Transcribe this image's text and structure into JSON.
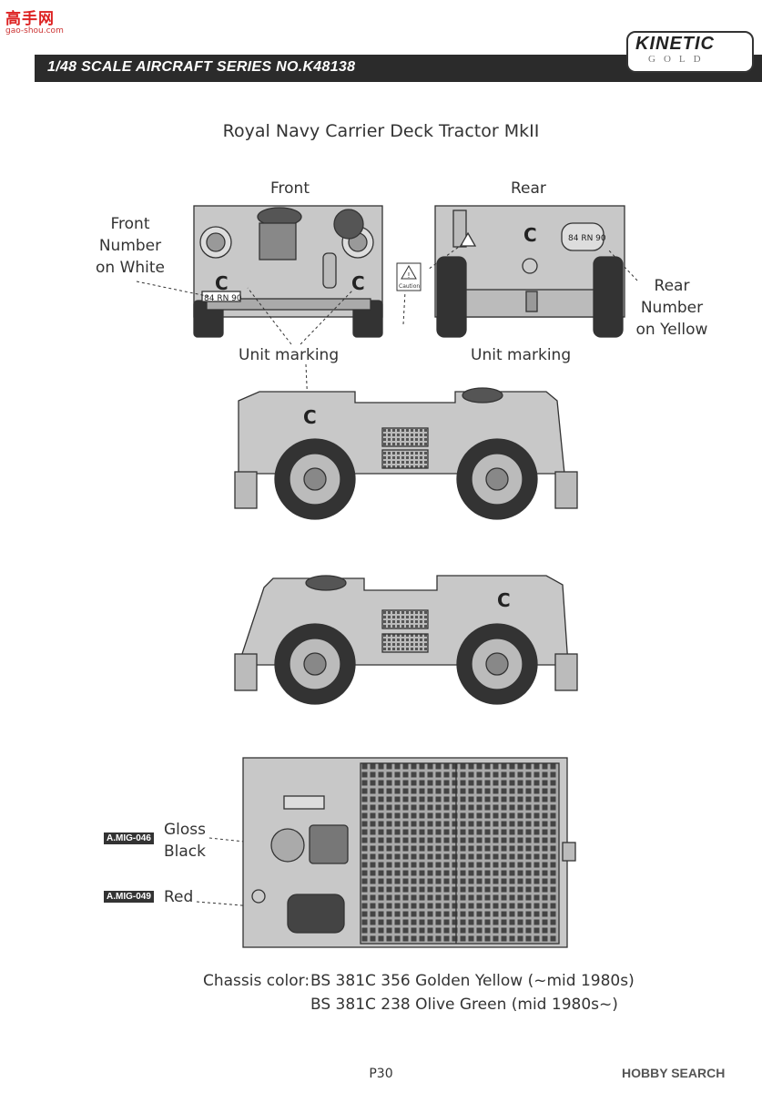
{
  "watermark": {
    "brand": "高手网",
    "url": "gao-shou.com"
  },
  "header": {
    "series": "1/48 SCALE  AIRCRAFT  SERIES NO.K48138",
    "logo_main": "KINETIC",
    "logo_sub": "GOLD"
  },
  "title": "Royal Navy Carrier Deck Tractor MkII",
  "views": {
    "front": "Front",
    "rear": "Rear"
  },
  "callouts": {
    "front_number": [
      "Front",
      "Number",
      "on White"
    ],
    "rear_number": [
      "Rear",
      "Number",
      "on Yellow"
    ],
    "unit_marking_front": "Unit marking",
    "unit_marking_rear": "Unit marking"
  },
  "decals": {
    "unit_letter": "C",
    "front_plate": "84 RN 90",
    "rear_plate": "84 RN 90",
    "caution": "Caution"
  },
  "paints": [
    {
      "code": "A.MIG-046",
      "name_lines": [
        "Gloss",
        "Black"
      ]
    },
    {
      "code": "A.MIG-049",
      "name_lines": [
        "Red"
      ]
    }
  ],
  "chassis": {
    "label": "Chassis color:",
    "line1": "BS 381C 356 Golden Yellow (~mid 1980s)",
    "line2": "BS 381C 238 Olive Green (mid 1980s~)"
  },
  "footer": {
    "page": "P30",
    "site": "HOBBY SEARCH"
  }
}
